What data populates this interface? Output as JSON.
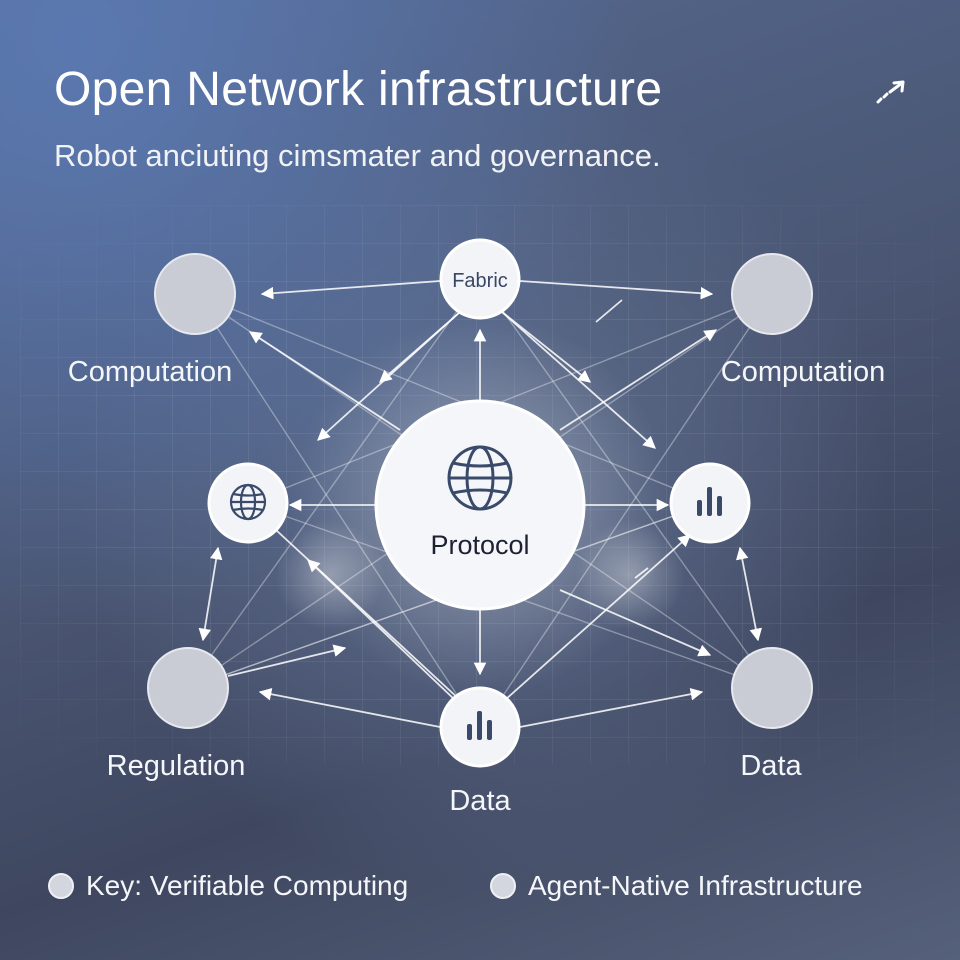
{
  "header": {
    "title": "Open Network infrastructure",
    "subtitle": "Robot anciuting cimsmater and governance."
  },
  "icons": {
    "corner": "expand-arrow-icon",
    "protocol": "globe-icon",
    "left_hub": "globe-icon",
    "right_hub": "bar-chart-icon",
    "bottom_hub": "bar-chart-icon"
  },
  "nodes": {
    "top": "Fabric",
    "center": "Protocol",
    "top_left_label": "Computation",
    "top_right_label": "Computation",
    "bottom_left_label": "Regulation",
    "bottom_right_label": "Data",
    "bottom_center_label": "Data"
  },
  "legend": {
    "item1": "Key: Verifiable Computing",
    "item2": "Agent-Native Infrastructure"
  },
  "colors": {
    "node_fill": "#f3f4f8",
    "faded_node_fill": "#c9ccd5",
    "icon_color": "#3a4a6a",
    "line_color": "#ffffff"
  }
}
